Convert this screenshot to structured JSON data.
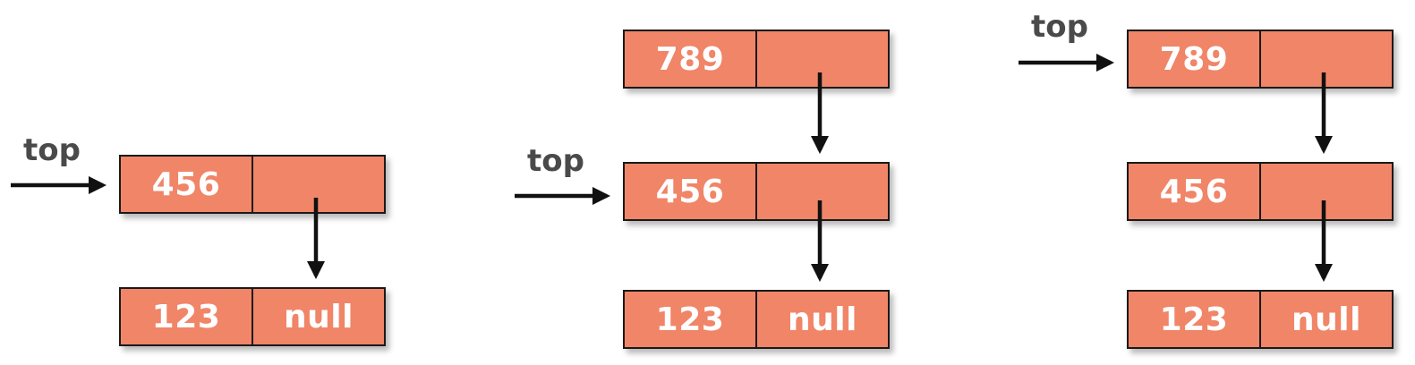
{
  "diagrams": [
    {
      "top_label": "top",
      "nodes": [
        {
          "value": "456",
          "next": ""
        },
        {
          "value": "123",
          "next": "null"
        }
      ]
    },
    {
      "top_label": "top",
      "nodes": [
        {
          "value": "789",
          "next": ""
        },
        {
          "value": "456",
          "next": ""
        },
        {
          "value": "123",
          "next": "null"
        }
      ]
    },
    {
      "top_label": "top",
      "nodes": [
        {
          "value": "789",
          "next": ""
        },
        {
          "value": "456",
          "next": ""
        },
        {
          "value": "123",
          "next": "null"
        }
      ]
    }
  ],
  "colors": {
    "node_fill": "#f08568",
    "node_border": "#1a1a1a",
    "node_text": "#ffffff",
    "label_text": "#4a4a4a",
    "arrow": "#111111"
  }
}
